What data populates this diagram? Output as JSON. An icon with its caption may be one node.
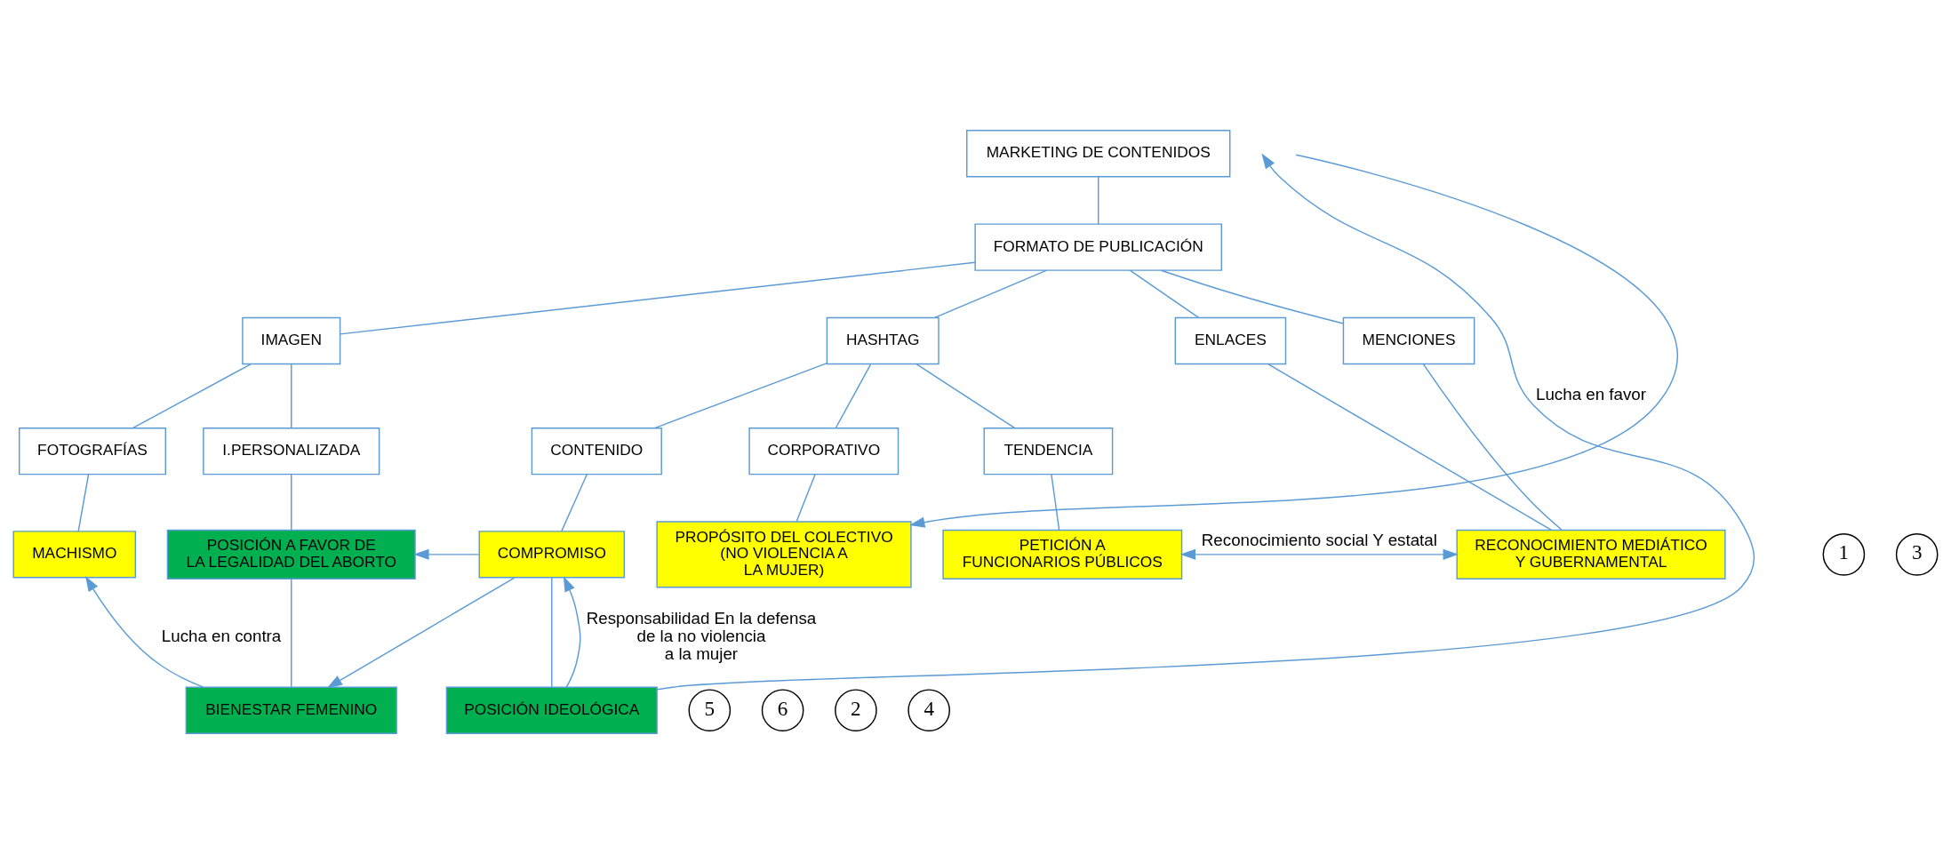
{
  "diagram": {
    "nodes": [
      {
        "text": [
          "MARKETING DE CONTENIDOS"
        ]
      },
      {
        "text": [
          "FORMATO DE PUBLICACIÓN"
        ]
      },
      {
        "text": [
          "IMAGEN"
        ]
      },
      {
        "text": [
          "HASHTAG"
        ]
      },
      {
        "text": [
          "ENLACES"
        ]
      },
      {
        "text": [
          "MENCIONES"
        ]
      },
      {
        "text": [
          "FOTOGRAFÍAS"
        ]
      },
      {
        "text": [
          "I.PERSONALIZADA"
        ]
      },
      {
        "text": [
          "CONTENIDO"
        ]
      },
      {
        "text": [
          "CORPORATIVO"
        ]
      },
      {
        "text": [
          "TENDENCIA"
        ]
      },
      {
        "text": [
          "MACHISMO"
        ]
      },
      {
        "text": [
          "POSICIÓN A FAVOR DE LA LEGALIDAD DEL ABORTO"
        ]
      },
      {
        "text": [
          "COMPROMISO"
        ]
      },
      {
        "text": [
          "PROPÓSITO DEL COLECTIVO (NO VIOLENCIA A LA MUJER)"
        ]
      },
      {
        "text": [
          "PETICIÓN A FUNCIONARIOS PÚBLICOS"
        ]
      },
      {
        "text": [
          "RECONOCIMIENTO MEDIÁTICO Y GUBERNAMENTAL"
        ]
      },
      {
        "text": [
          "BIENESTAR FEMENINO"
        ]
      },
      {
        "text": [
          "POSICIÓN IDEOLÓGICA"
        ]
      },
      {
        "text": [
          "1"
        ]
      },
      {
        "text": [
          "3"
        ]
      },
      {
        "text": [
          "5"
        ]
      },
      {
        "text": [
          "6"
        ]
      },
      {
        "text": [
          "2"
        ]
      },
      {
        "text": [
          "4"
        ]
      }
    ],
    "edges": [
      {
        "from": 0,
        "to": 1,
        "arrow": "none"
      },
      {
        "from": 1,
        "to": 2,
        "arrow": "none"
      },
      {
        "from": 1,
        "to": 3,
        "arrow": "none"
      },
      {
        "from": 1,
        "to": 4,
        "arrow": "none"
      },
      {
        "from": 1,
        "to": 5,
        "arrow": "none"
      },
      {
        "from": 2,
        "to": 6,
        "arrow": "none"
      },
      {
        "from": 2,
        "to": 7,
        "arrow": "none"
      },
      {
        "from": 3,
        "to": 8,
        "arrow": "none"
      },
      {
        "from": 3,
        "to": 9,
        "arrow": "none"
      },
      {
        "from": 3,
        "to": 10,
        "arrow": "none"
      },
      {
        "from": 6,
        "to": 11,
        "arrow": "none"
      },
      {
        "from": 7,
        "to": 12,
        "arrow": "none"
      },
      {
        "from": 8,
        "to": 13,
        "arrow": "none"
      },
      {
        "from": 9,
        "to": 14,
        "arrow": "none"
      },
      {
        "from": 10,
        "to": 15,
        "arrow": "none"
      },
      {
        "from": 4,
        "to": 16,
        "arrow": "none"
      },
      {
        "from": 5,
        "to": 16,
        "arrow": "none"
      },
      {
        "from": 12,
        "to": 17,
        "arrow": "none"
      },
      {
        "from": 13,
        "to": 18,
        "arrow": "none"
      },
      {
        "from": 17,
        "to": 11,
        "arrow": "to",
        "label": "Lucha en contra"
      },
      {
        "from": 13,
        "to": 12,
        "arrow": "to"
      },
      {
        "from": 13,
        "to": 17,
        "arrow": "to"
      },
      {
        "from": 18,
        "to": 13,
        "arrow": "to",
        "label": "Responsabilidad En la defensa de la no violencia a la mujer"
      },
      {
        "from": 18,
        "to": null,
        "arrow": "to",
        "label": "Lucha en favor"
      },
      {
        "from": 15,
        "to": 16,
        "arrow": "both",
        "label": "Reconocimiento social Y estatal"
      },
      {
        "from": null,
        "to": 14,
        "arrow": "to"
      }
    ]
  }
}
